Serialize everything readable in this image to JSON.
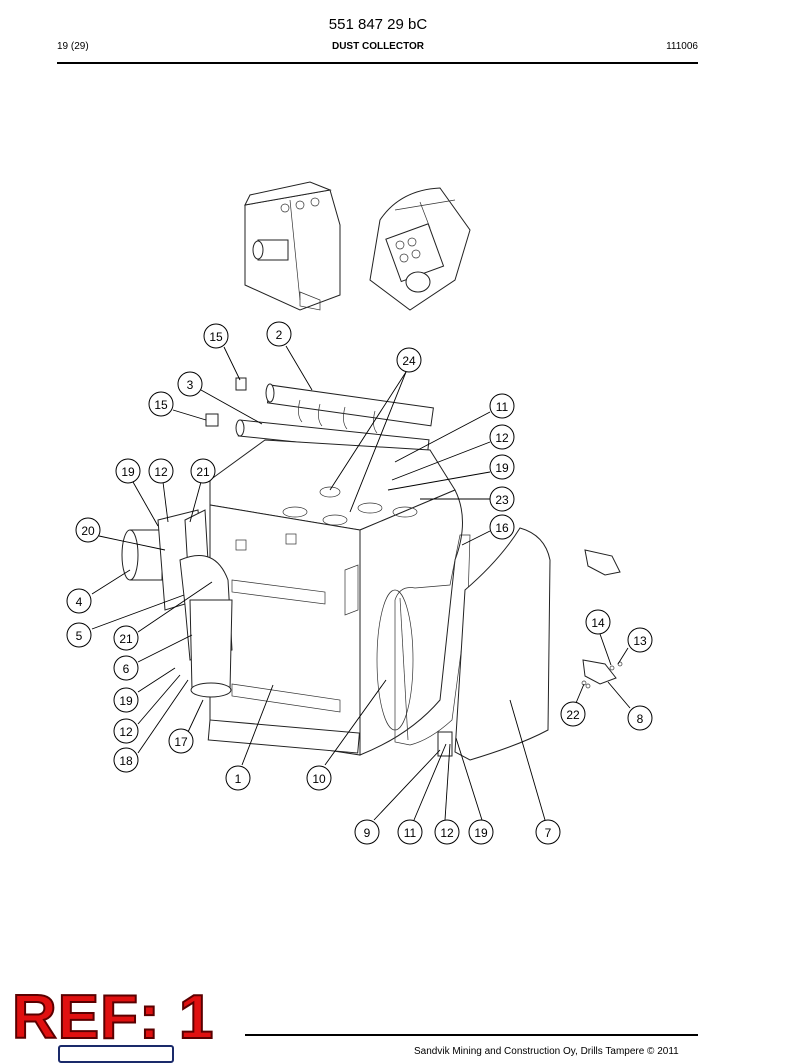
{
  "header": {
    "doc_number": "551 847 29 bC",
    "page": "19 (29)",
    "title": "DUST COLLECTOR",
    "date": "111006"
  },
  "callouts": [
    {
      "label": "15",
      "name": "callout-15-top"
    },
    {
      "label": "2",
      "name": "callout-2"
    },
    {
      "label": "24",
      "name": "callout-24"
    },
    {
      "label": "3",
      "name": "callout-3"
    },
    {
      "label": "15",
      "name": "callout-15-left"
    },
    {
      "label": "11",
      "name": "callout-11-top"
    },
    {
      "label": "12",
      "name": "callout-12-right"
    },
    {
      "label": "19",
      "name": "callout-19-right"
    },
    {
      "label": "23",
      "name": "callout-23"
    },
    {
      "label": "16",
      "name": "callout-16"
    },
    {
      "label": "19",
      "name": "callout-19-upper-left"
    },
    {
      "label": "12",
      "name": "callout-12-upper-left"
    },
    {
      "label": "21",
      "name": "callout-21-top"
    },
    {
      "label": "20",
      "name": "callout-20"
    },
    {
      "label": "4",
      "name": "callout-4"
    },
    {
      "label": "5",
      "name": "callout-5"
    },
    {
      "label": "21",
      "name": "callout-21-lower"
    },
    {
      "label": "6",
      "name": "callout-6"
    },
    {
      "label": "19",
      "name": "callout-19-lower-left"
    },
    {
      "label": "12",
      "name": "callout-12-lower-left"
    },
    {
      "label": "17",
      "name": "callout-17"
    },
    {
      "label": "18",
      "name": "callout-18"
    },
    {
      "label": "1",
      "name": "callout-1"
    },
    {
      "label": "10",
      "name": "callout-10"
    },
    {
      "label": "9",
      "name": "callout-9"
    },
    {
      "label": "11",
      "name": "callout-11-bottom"
    },
    {
      "label": "12",
      "name": "callout-12-bottom"
    },
    {
      "label": "19",
      "name": "callout-19-bottom"
    },
    {
      "label": "7",
      "name": "callout-7"
    },
    {
      "label": "14",
      "name": "callout-14"
    },
    {
      "label": "13",
      "name": "callout-13"
    },
    {
      "label": "22",
      "name": "callout-22"
    },
    {
      "label": "8",
      "name": "callout-8"
    }
  ],
  "footer": {
    "copyright": "Sandvik Mining and Construction Oy, Drills Tampere © 2011",
    "stamp": "REF: 1"
  },
  "colors": {
    "stamp_fill": "#e01010",
    "stamp_outline": "#5a0000"
  }
}
